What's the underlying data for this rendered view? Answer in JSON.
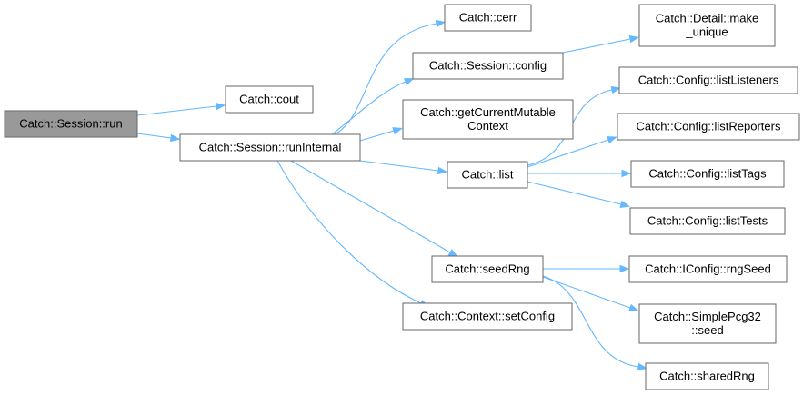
{
  "diagram": {
    "edge_color": "#63b8ff",
    "root_fill": "#999999",
    "nodes": [
      {
        "id": "run",
        "lines": [
          "Catch::Session::run"
        ],
        "root": true
      },
      {
        "id": "cout",
        "lines": [
          "Catch::cout"
        ]
      },
      {
        "id": "runInternal",
        "lines": [
          "Catch::Session::runInternal"
        ]
      },
      {
        "id": "cerr",
        "lines": [
          "Catch::cerr"
        ]
      },
      {
        "id": "config",
        "lines": [
          "Catch::Session::config"
        ]
      },
      {
        "id": "getCurrentMutableContext",
        "lines": [
          "Catch::getCurrentMutable",
          "Context"
        ]
      },
      {
        "id": "list",
        "lines": [
          "Catch::list"
        ]
      },
      {
        "id": "seedRng",
        "lines": [
          "Catch::seedRng"
        ]
      },
      {
        "id": "setConfig",
        "lines": [
          "Catch::Context::setConfig"
        ]
      },
      {
        "id": "make_unique",
        "lines": [
          "Catch::Detail::make",
          "_unique"
        ]
      },
      {
        "id": "listListeners",
        "lines": [
          "Catch::Config::listListeners"
        ]
      },
      {
        "id": "listReporters",
        "lines": [
          "Catch::Config::listReporters"
        ]
      },
      {
        "id": "listTags",
        "lines": [
          "Catch::Config::listTags"
        ]
      },
      {
        "id": "listTests",
        "lines": [
          "Catch::Config::listTests"
        ]
      },
      {
        "id": "rngSeed",
        "lines": [
          "Catch::IConfig::rngSeed"
        ]
      },
      {
        "id": "pcgSeed",
        "lines": [
          "Catch::SimplePcg32",
          "::seed"
        ]
      },
      {
        "id": "sharedRng",
        "lines": [
          "Catch::sharedRng"
        ]
      }
    ],
    "edges": [
      {
        "from": "run",
        "to": "cout"
      },
      {
        "from": "run",
        "to": "runInternal"
      },
      {
        "from": "runInternal",
        "to": "cerr"
      },
      {
        "from": "runInternal",
        "to": "config"
      },
      {
        "from": "runInternal",
        "to": "getCurrentMutableContext"
      },
      {
        "from": "runInternal",
        "to": "list"
      },
      {
        "from": "runInternal",
        "to": "seedRng"
      },
      {
        "from": "runInternal",
        "to": "setConfig"
      },
      {
        "from": "config",
        "to": "make_unique"
      },
      {
        "from": "list",
        "to": "listListeners"
      },
      {
        "from": "list",
        "to": "listReporters"
      },
      {
        "from": "list",
        "to": "listTags"
      },
      {
        "from": "list",
        "to": "listTests"
      },
      {
        "from": "seedRng",
        "to": "rngSeed"
      },
      {
        "from": "seedRng",
        "to": "pcgSeed"
      },
      {
        "from": "seedRng",
        "to": "sharedRng"
      }
    ]
  }
}
